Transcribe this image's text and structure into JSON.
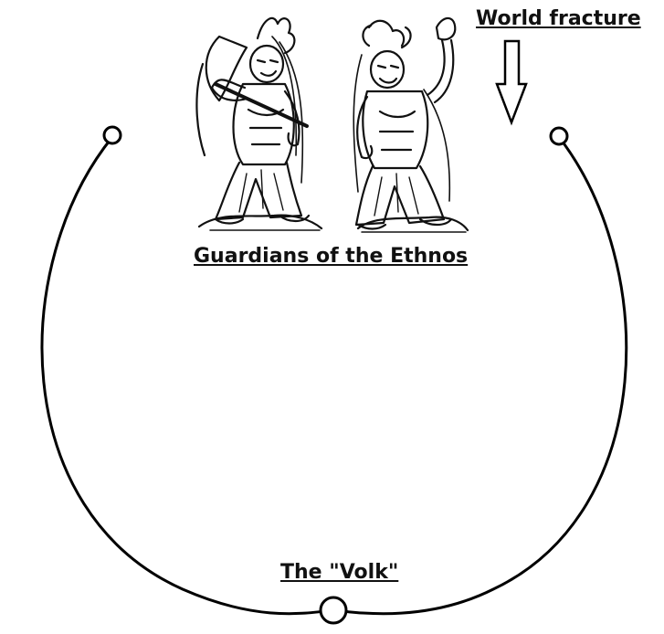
{
  "labels": {
    "world_fracture": "World fracture",
    "guardians": "Guardians of the Ethnos",
    "volk": "The \"Volk\""
  },
  "images": {
    "guardian_left": "guardian-statue-left",
    "guardian_right": "guardian-statue-right"
  },
  "colors": {
    "line": "#000000",
    "background": "#ffffff"
  }
}
